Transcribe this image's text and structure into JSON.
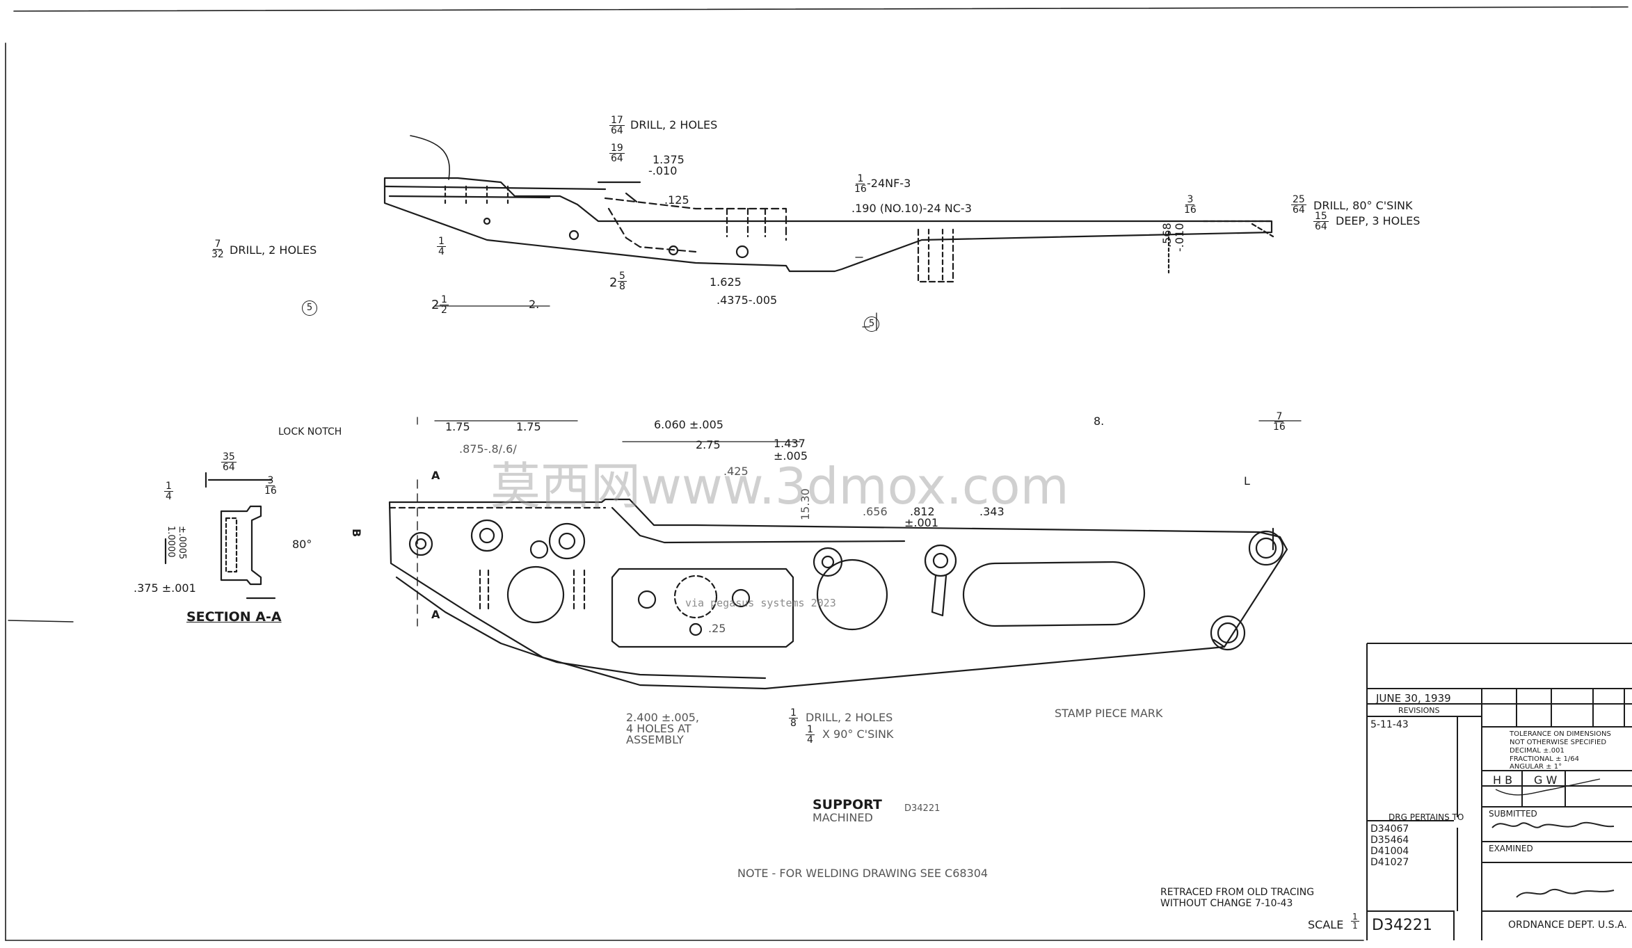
{
  "drawing": {
    "top_view": {
      "drill_17_64": {
        "num": "17",
        "den": "64",
        "text": "DRILL, 2 HOLES"
      },
      "drill_19_64": {
        "num": "19",
        "den": "64"
      },
      "dim_1375": "1.375",
      "tol_010": "-.010",
      "dim_125": ".125",
      "thread_1_16": {
        "num": "1",
        "den": "16",
        "text": "-24NF-3"
      },
      "thread_no10": ".190 (NO.10)-24 NC-3",
      "dim_3_16": {
        "num": "3",
        "den": "16"
      },
      "drill_25_64": {
        "num": "25",
        "den": "64",
        "text": "DRILL, 80° C'SINK"
      },
      "deep_15_64": {
        "num": "15",
        "den": "64",
        "text": "DEEP, 3 HOLES"
      },
      "drill_7_32": {
        "num": "7",
        "den": "32",
        "text": "DRILL, 2 HOLES"
      },
      "dim_1_4": {
        "num": "1",
        "den": "4"
      },
      "dim_2_5_8": {
        "whole": "2",
        "num": "5",
        "den": "8"
      },
      "dim_1625": "1.625",
      "dim_4375": ".4375-.005",
      "dim_2_1_2": {
        "whole": "2",
        "num": "1",
        "den": "2"
      },
      "dim_2": "2.",
      "dim_568": ".568",
      "dim_010b": "-.010",
      "ref_5": "5"
    },
    "front_view": {
      "lock_notch": "LOCK NOTCH",
      "dim_175a": "1.75",
      "dim_175b": "1.75",
      "dim_6060": "6.060 ±.005",
      "dim_8": "8.",
      "dim_7_16": {
        "num": "7",
        "den": "16"
      },
      "dim_275": "2.75",
      "dim_1437": "1.437",
      "tol_005": "±.005",
      "dim_875": ".875-.8/.6/",
      "dim_425": ".425",
      "dim_1530": "15.30",
      "dim_812": ".812",
      "tol_001": "±.001",
      "dim_343": ".343",
      "dim_656": ".656",
      "dim_25": ".25",
      "label_A_top": "A",
      "label_A_bot": "A",
      "label_B": "B",
      "dim_L": "L"
    },
    "section_aa": {
      "dim_35_64": {
        "num": "35",
        "den": "64"
      },
      "dim_3_16": {
        "num": "3",
        "den": "16"
      },
      "dim_1_4": {
        "num": "1",
        "den": "4"
      },
      "dim_10000": "1.0000",
      "dim_10005": "±.0005",
      "angle_80": "80°",
      "dim_375": ".375 ±.001",
      "title": "SECTION A-A"
    },
    "notes": {
      "holes_note_1": "2.400 ±.005,",
      "holes_note_2": "4 HOLES AT",
      "holes_note_3": "ASSEMBLY",
      "drill_note_1_frac": {
        "num": "1",
        "den": "8"
      },
      "drill_note_1": "DRILL, 2 HOLES",
      "drill_note_2_frac": {
        "num": "1",
        "den": "4"
      },
      "drill_note_2": "X 90° C'SINK",
      "stamp": "STAMP PIECE MARK",
      "part_title": "SUPPORT",
      "part_sub": "MACHINED",
      "part_ref": "D34221",
      "welding_note": "NOTE - FOR WELDING DRAWING SEE C68304",
      "retraced_1": "RETRACED FROM OLD TRACING",
      "retraced_2": "WITHOUT CHANGE  7-10-43",
      "scale_label": "SCALE",
      "scale_frac": {
        "num": "1",
        "den": "1"
      }
    },
    "title_block": {
      "date": "JUNE 30, 1939",
      "revisions_label": "REVISIONS",
      "revision_1": "5-11-43",
      "tolerance_1": "TOLERANCE ON DIMENSIONS",
      "tolerance_2": "NOT OTHERWISE SPECIFIED",
      "tolerance_3": "DECIMAL ±.001",
      "tolerance_4": "FRACTIONAL ± 1/64",
      "tolerance_5": "ANGULAR ± 1°",
      "initials_1": "H B",
      "initials_2": "G W",
      "pertains_label": "DRG PERTAINS TO",
      "pertains": [
        "D34067",
        "D35464",
        "D41004",
        "D41027"
      ],
      "submitted_label": "SUBMITTED",
      "examined_label": "EXAMINED",
      "drawing_number": "D34221",
      "dept": "ORDNANCE DEPT. U.S.A."
    },
    "watermark": {
      "main": "莫西网www.3dmox.com",
      "sub": "via pegasus systems 2023"
    }
  }
}
